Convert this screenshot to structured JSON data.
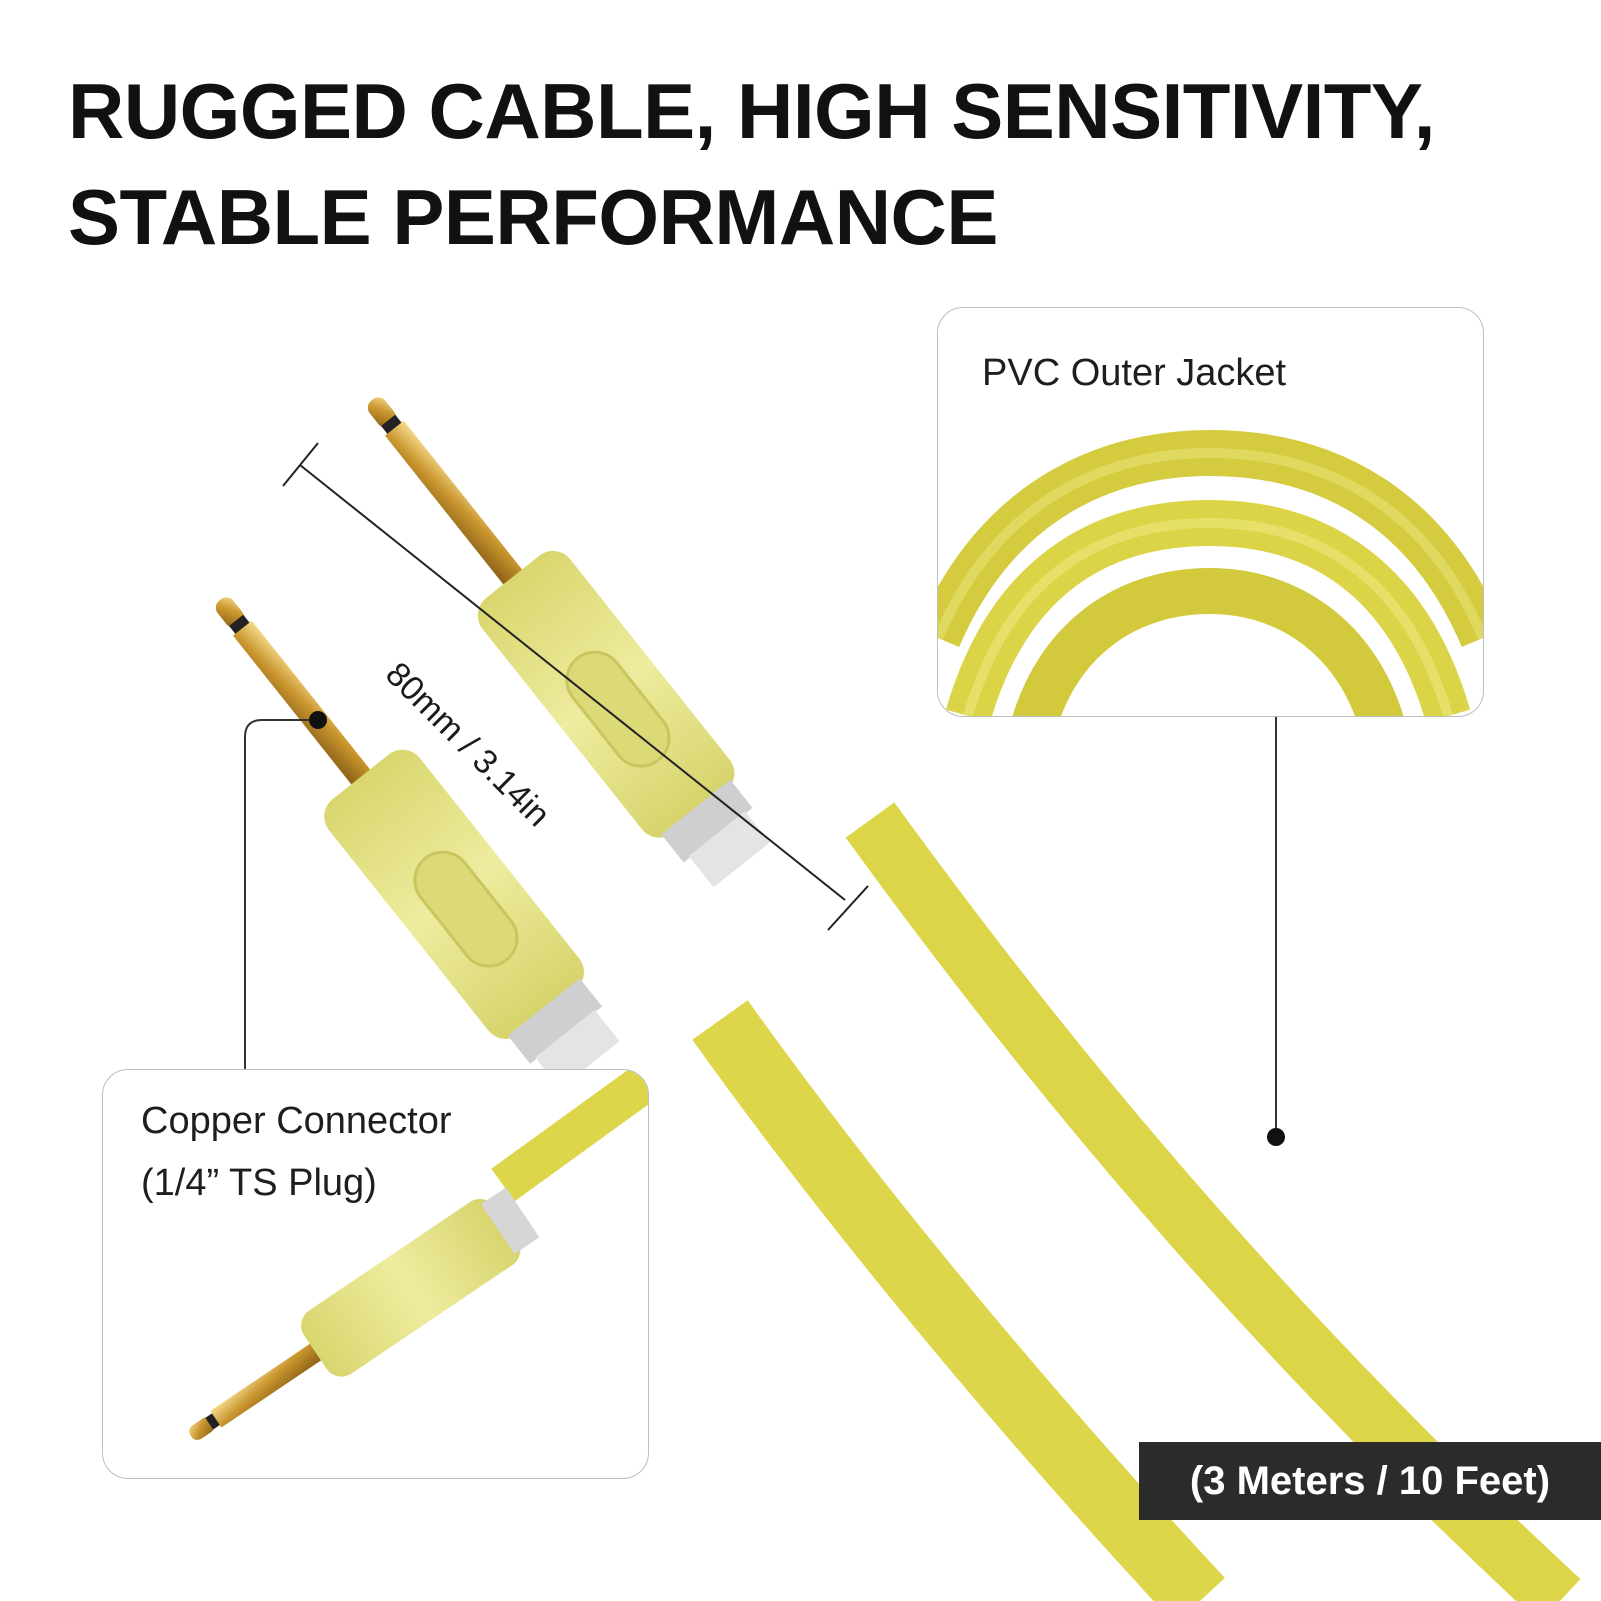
{
  "headline": {
    "line1": "RUGGED CABLE, HIGH SENSITIVITY,",
    "line2": "STABLE PERFORMANCE"
  },
  "dimension": {
    "label": "80mm / 3.14in"
  },
  "callouts": {
    "jacket": {
      "label": "PVC Outer Jacket"
    },
    "connector": {
      "line1": "Copper Connector",
      "line2": "(1/4” TS Plug)"
    }
  },
  "length_badge": {
    "label": "(3 Meters / 10 Feet)"
  },
  "colors": {
    "cable": "#e0d94b",
    "housing": "#e7e58e",
    "gold": "#c9962e",
    "strain_relief": "#cfcfcf",
    "badge": "#2b2b2b"
  }
}
